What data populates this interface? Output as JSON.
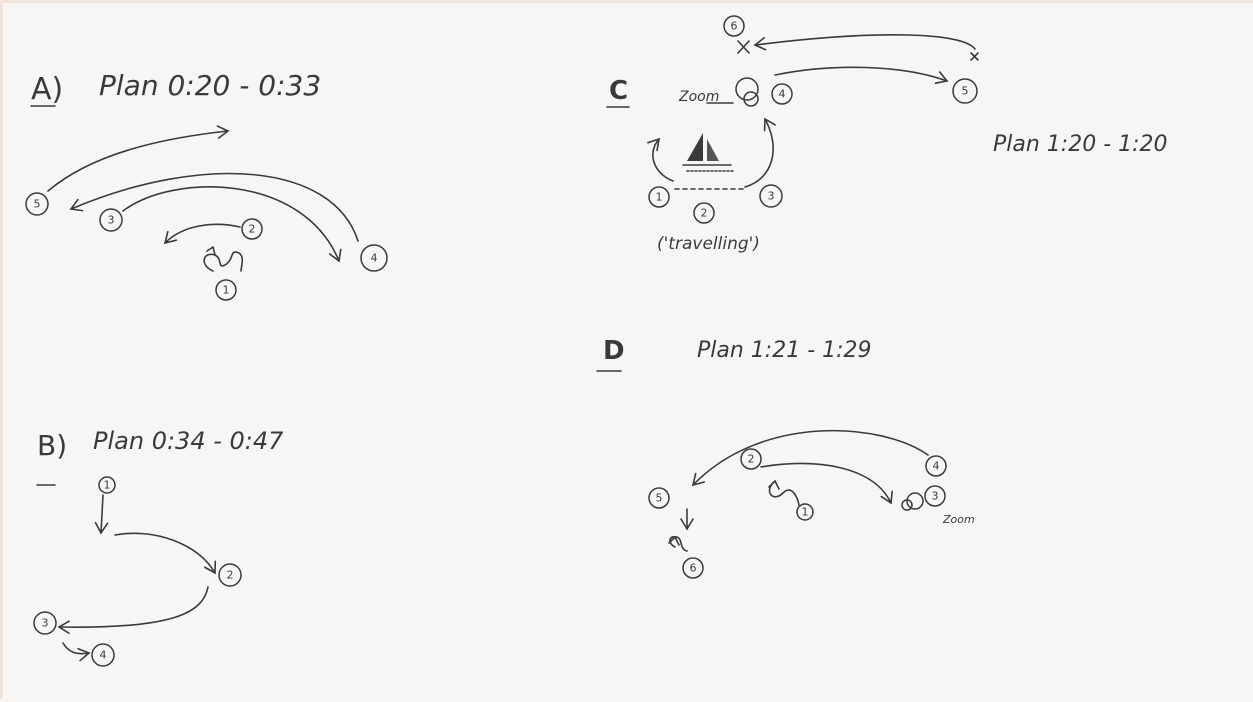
{
  "sections": {
    "a": {
      "label": "A)",
      "title": "Plan 0:20 - 0:33",
      "nodes": [
        "5",
        "3",
        "2",
        "1",
        "4"
      ]
    },
    "b": {
      "label": "B)",
      "title": "Plan 0:34 - 0:47",
      "nodes": [
        "1",
        "2",
        "3",
        "4"
      ]
    },
    "c": {
      "label": "C",
      "title": "Plan 1:20 - 1:20",
      "zoom_text": "Zoom",
      "travelling_text": "('travelling')",
      "nodes": [
        "6",
        "4",
        "5",
        "1",
        "2",
        "3"
      ]
    },
    "d": {
      "label": "D",
      "title": "Plan 1:21 - 1:29",
      "zoom_text": "Zoom",
      "nodes": [
        "5",
        "2",
        "4",
        "3",
        "1",
        "6"
      ]
    }
  },
  "colors": {
    "ink": "#3a3a3a",
    "paper": "#f8f6f5"
  }
}
